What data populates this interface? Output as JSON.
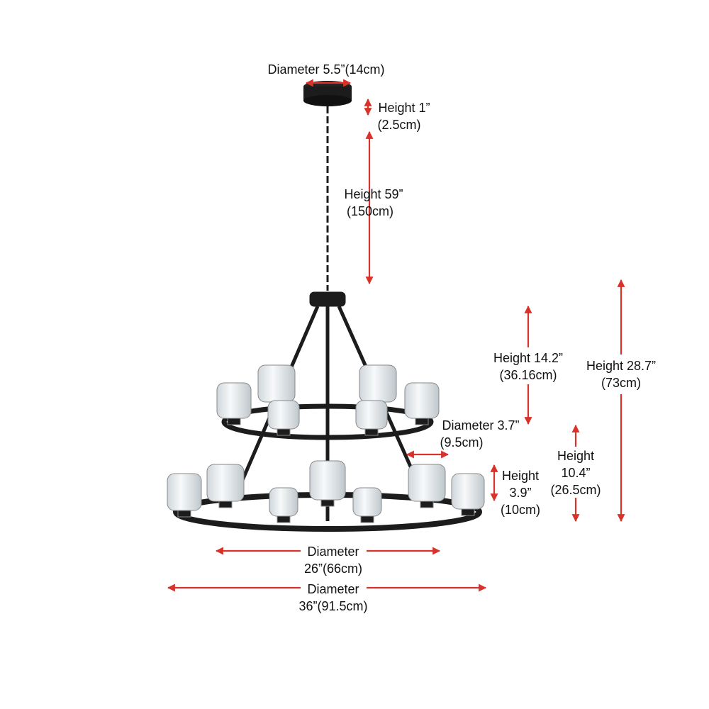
{
  "colors": {
    "arrow": "#d9322b",
    "metal": "#1c1c1c",
    "glass": "#e9edf0"
  },
  "dimensions": {
    "canopy_diameter": {
      "label": "Diameter 5.5”(14cm)"
    },
    "canopy_height": {
      "line1": "Height 1”",
      "line2": "(2.5cm)"
    },
    "chain_height": {
      "line1": "Height 59”",
      "line2": "(150cm)"
    },
    "upper_height": {
      "line1": "Height 14.2”",
      "line2": "(36.16cm)"
    },
    "total_height": {
      "line1": "Height 28.7”",
      "line2": "(73cm)"
    },
    "shade_diameter": {
      "line1": "Diameter 3.7”",
      "line2": "(9.5cm)"
    },
    "shade_height": {
      "line1": "Height",
      "line2": "3.9”",
      "line3": "(10cm)"
    },
    "lower_height": {
      "line1": "Height",
      "line2": "10.4”",
      "line3": "(26.5cm)"
    },
    "upper_diameter": {
      "line1": "Diameter",
      "line2": "26”(66cm)"
    },
    "lower_diameter": {
      "line1": "Diameter",
      "line2": "36”(91.5cm)"
    }
  }
}
